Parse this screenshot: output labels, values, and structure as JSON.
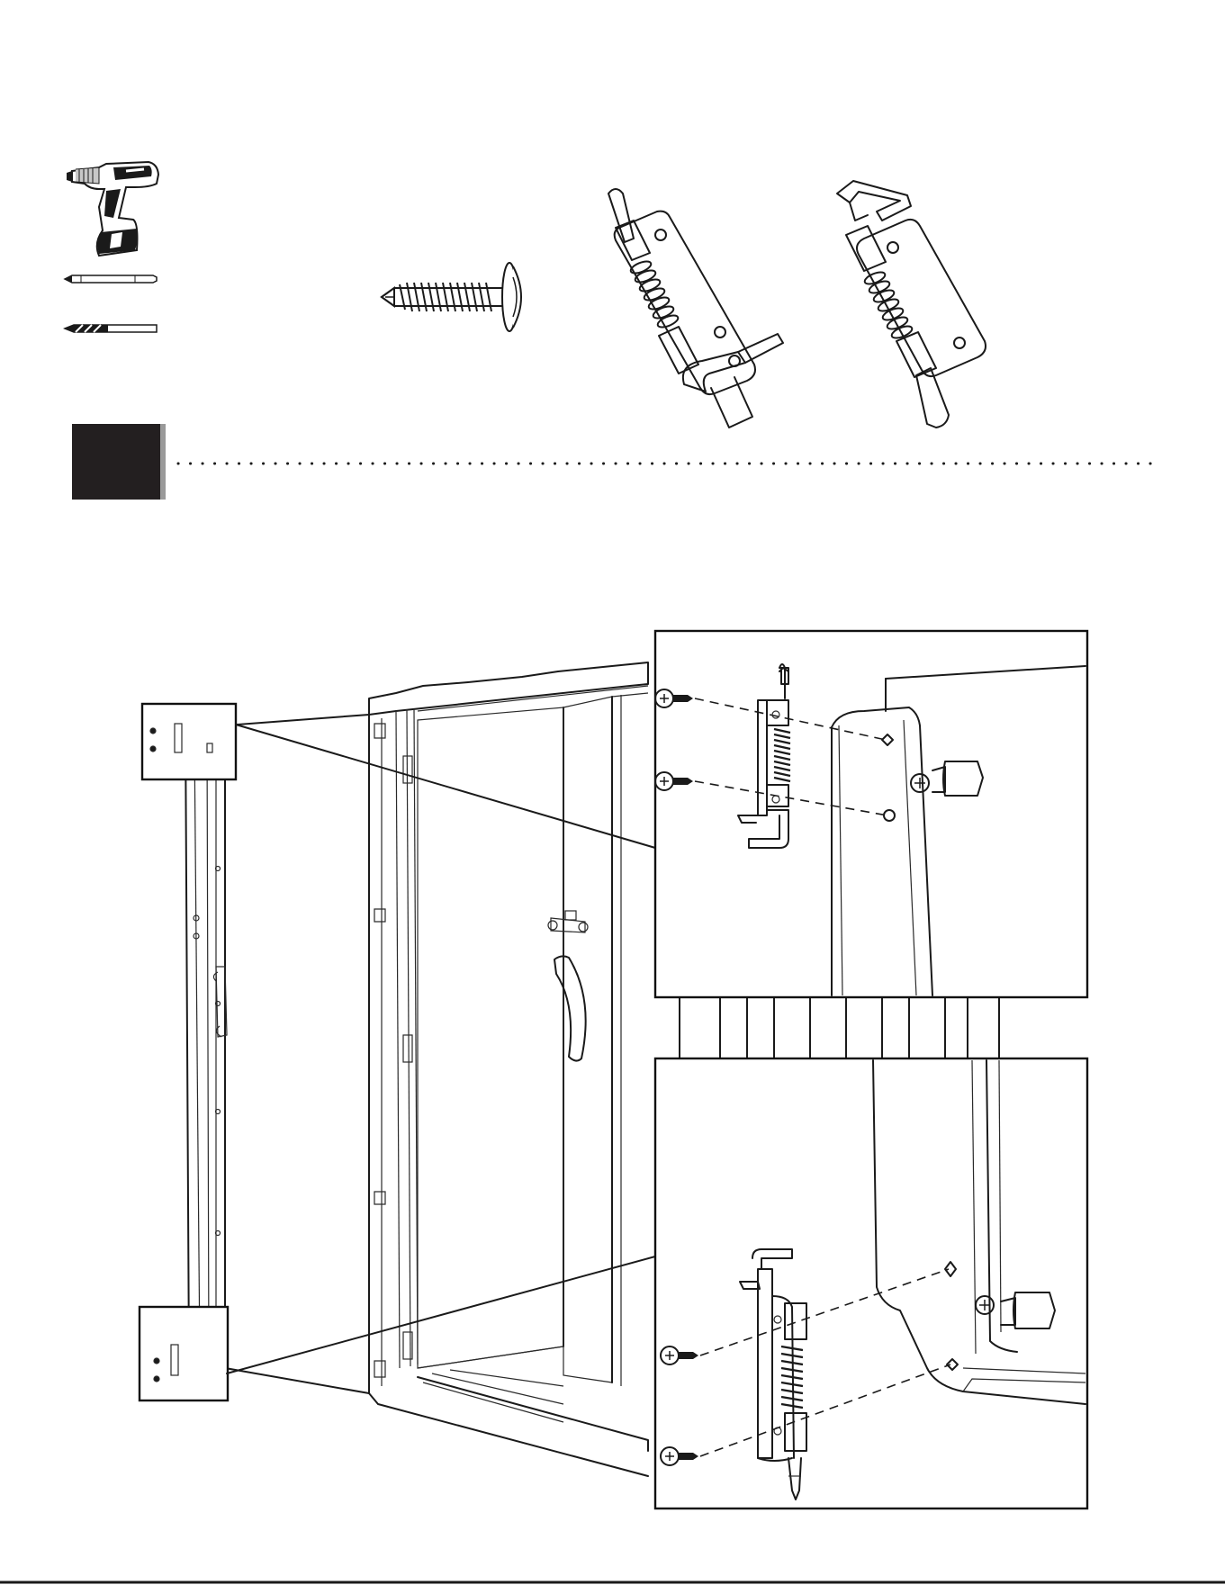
{
  "step": {
    "number": "",
    "style": "black-block"
  },
  "tools": [
    {
      "name": "cordless-drill-icon"
    },
    {
      "name": "phillips-bit-icon"
    },
    {
      "name": "drill-bit-icon"
    }
  ],
  "parts": [
    {
      "name": "self-tapping-screw"
    },
    {
      "name": "spring-latch-bolt-upper"
    },
    {
      "name": "spring-latch-bolt-lower"
    }
  ],
  "colors": {
    "ink": "#1a1a1a",
    "step_block": "#231f20",
    "background": "#ffffff"
  }
}
